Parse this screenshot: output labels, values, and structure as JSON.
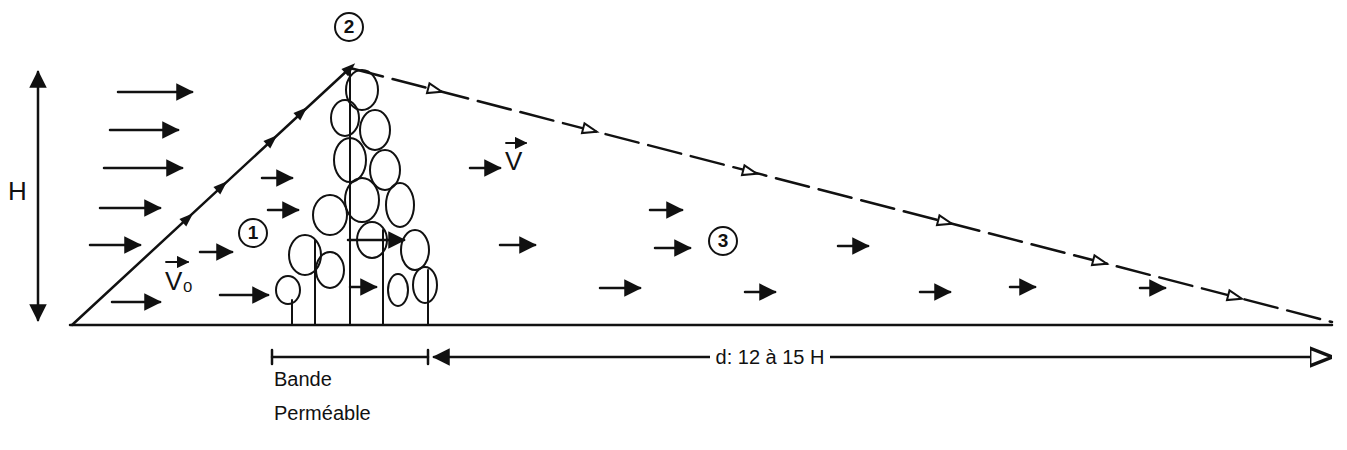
{
  "diagram": {
    "labels": [
      "H",
      "2",
      "1",
      "V₀",
      "V",
      "3",
      "Bande Perméable",
      "d: 12 à 15 H"
    ]
  }
}
